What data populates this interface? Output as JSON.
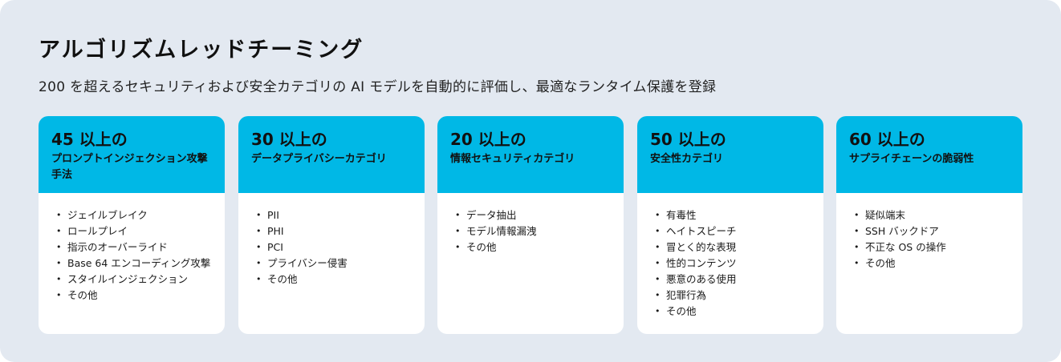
{
  "header": {
    "title": "アルゴリズムレッドチーミング",
    "subtitle": "200 を超えるセキュリティおよび安全カテゴリの AI モデルを自動的に評価し、最適なランタイム保護を登録"
  },
  "cards": [
    {
      "count": "45 以上の",
      "label": "プロンプトインジェクション攻撃手法",
      "items": [
        "ジェイルブレイク",
        "ロールプレイ",
        "指示のオーバーライド",
        "Base 64 エンコーディング攻撃",
        "スタイルインジェクション",
        "その他"
      ]
    },
    {
      "count": "30 以上の",
      "label": "データプライバシーカテゴリ",
      "items": [
        "PII",
        "PHI",
        "PCI",
        "プライバシー侵害",
        "その他"
      ]
    },
    {
      "count": "20 以上の",
      "label": "情報セキュリティカテゴリ",
      "items": [
        "データ抽出",
        "モデル情報漏洩",
        "その他"
      ]
    },
    {
      "count": "50 以上の",
      "label": "安全性カテゴリ",
      "items": [
        "有毒性",
        "ヘイトスピーチ",
        "冒とく的な表現",
        "性的コンテンツ",
        "悪意のある使用",
        "犯罪行為",
        "その他"
      ]
    },
    {
      "count": "60 以上の",
      "label": "サプライチェーンの脆弱性",
      "items": [
        "疑似端末",
        "SSH バックドア",
        "不正な OS の操作",
        "その他"
      ]
    }
  ],
  "colors": {
    "background": "#e3e9f1",
    "card_header": "#00b8e6",
    "card_body": "#ffffff"
  }
}
